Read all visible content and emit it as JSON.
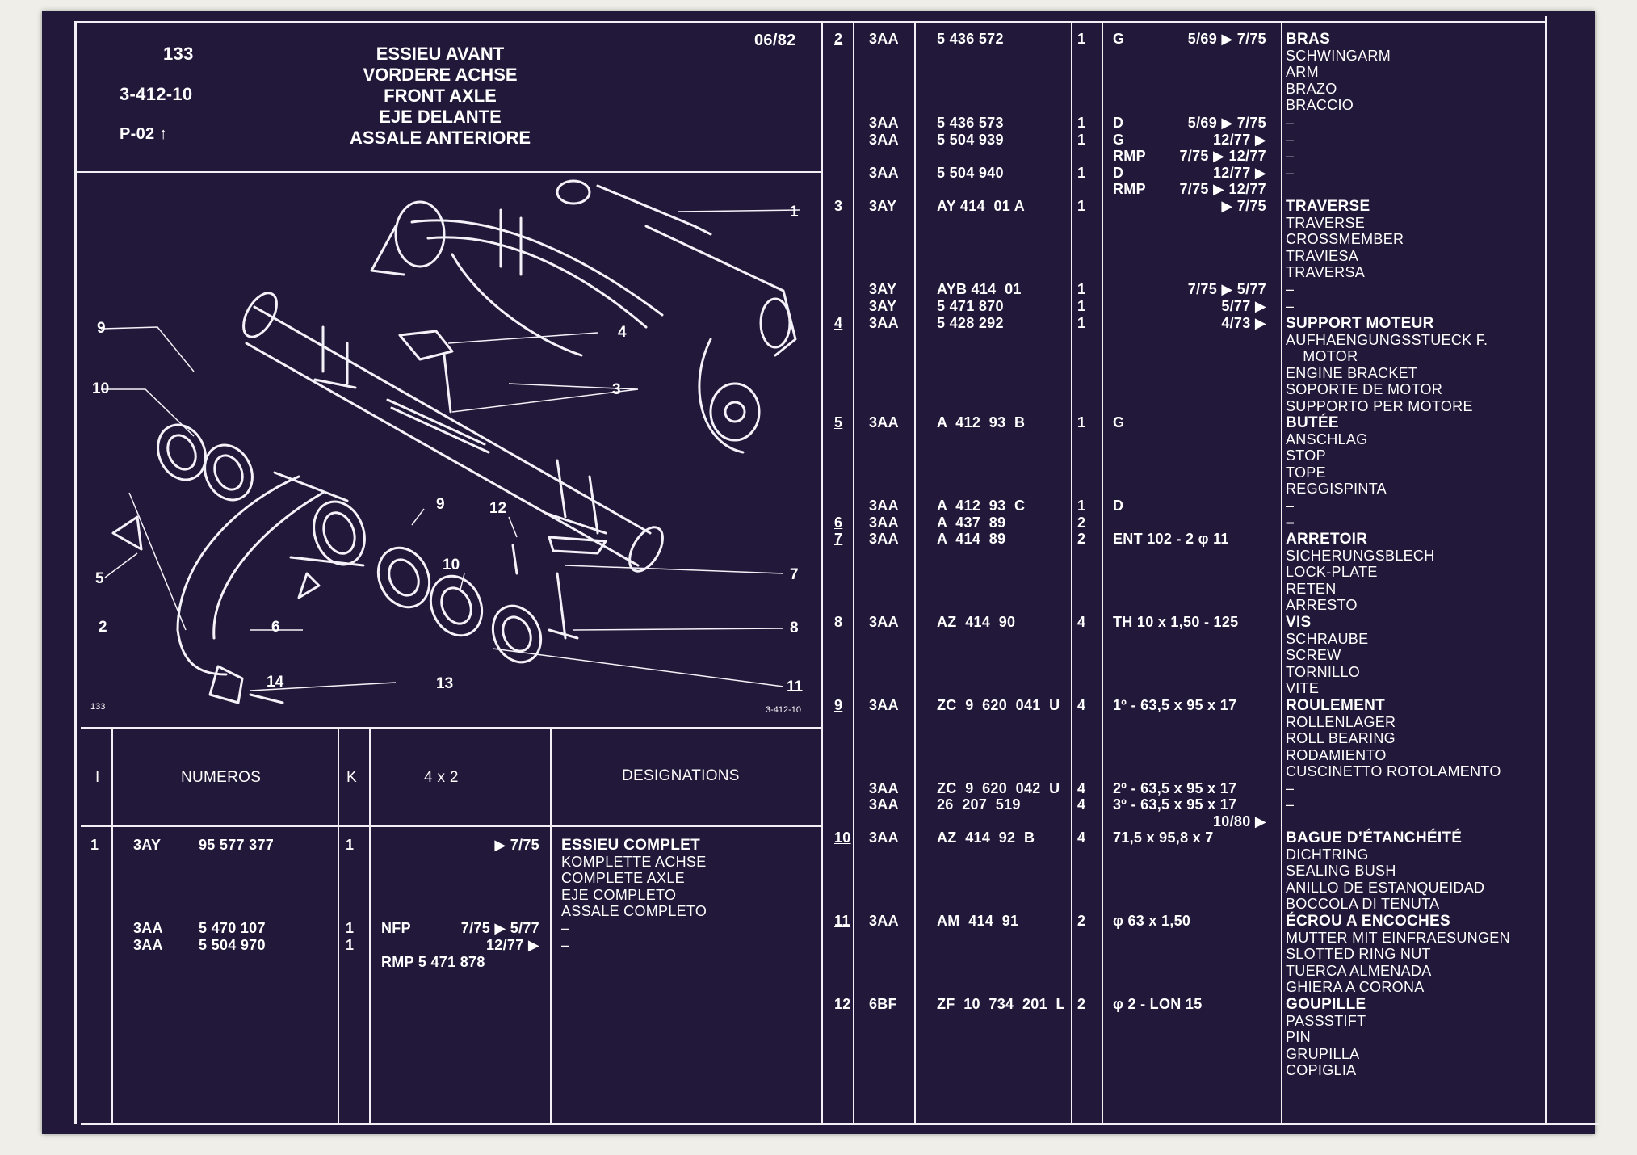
{
  "header": {
    "page_number": "133",
    "code": "3-412-10",
    "ref": "P-02 ↑",
    "date": "06/82",
    "titles": [
      "ESSIEU AVANT",
      "VORDERE ACHSE",
      "FRONT AXLE",
      "EJE DELANTE",
      "ASSALE ANTERIORE"
    ]
  },
  "drawing": {
    "callouts": [
      "1",
      "2",
      "3",
      "4",
      "5",
      "6",
      "7",
      "8",
      "9",
      "10",
      "11",
      "12",
      "13",
      "14",
      "9",
      "10"
    ],
    "corner_left": "133",
    "corner_right": "3-412-10"
  },
  "table_headers": {
    "index": "I",
    "numeros": "NUMEROS",
    "k": "K",
    "variant": "4 x 2",
    "designations": "DESIGNATIONS"
  },
  "left_rows": [
    {
      "item": "1",
      "code": "3AY",
      "number": "95 577 377",
      "qty": "1",
      "variant": "",
      "validity": "▶ 7/75",
      "desc": [
        "ESSIEU COMPLET",
        "KOMPLETTE ACHSE",
        "COMPLETE AXLE",
        "EJE COMPLETO",
        "ASSALE COMPLETO"
      ]
    },
    {
      "item": "",
      "code": "3AA",
      "number": "5 470 107",
      "qty": "1",
      "variant": "NFP",
      "validity": "7/75 ▶ 5/77",
      "desc": [
        "–"
      ]
    },
    {
      "item": "",
      "code": "3AA",
      "number": "5 504 970",
      "qty": "1",
      "variant": "",
      "validity": "12/77 ▶",
      "desc": [
        "–"
      ]
    },
    {
      "item": "",
      "code": "",
      "number": "",
      "qty": "",
      "variant": "RMP 5 471 878",
      "validity": "",
      "desc": []
    }
  ],
  "right_rows": [
    {
      "item": "2",
      "code": "3AA",
      "number": "5 436 572",
      "qty": "1",
      "spec": "G",
      "validity": "5/69 ▶ 7/75",
      "desc": [
        "BRAS",
        "SCHWINGARM",
        "ARM",
        "BRAZO",
        "BRACCIO"
      ]
    },
    {
      "item": "",
      "code": "3AA",
      "number": "5 436 573",
      "qty": "1",
      "spec": "D",
      "validity": "5/69 ▶ 7/75",
      "desc": [
        "–"
      ]
    },
    {
      "item": "",
      "code": "3AA",
      "number": "5 504 939",
      "qty": "1",
      "spec": "G",
      "validity": "12/77 ▶",
      "desc": [
        "–"
      ]
    },
    {
      "item": "",
      "code": "",
      "number": "",
      "qty": "",
      "spec": "RMP",
      "validity": "7/75 ▶ 12/77",
      "desc": [
        "–"
      ]
    },
    {
      "item": "",
      "code": "3AA",
      "number": "5 504 940",
      "qty": "1",
      "spec": "D",
      "validity": "12/77 ▶",
      "desc": [
        "–"
      ]
    },
    {
      "item": "",
      "code": "",
      "number": "",
      "qty": "",
      "spec": "RMP",
      "validity": "7/75 ▶ 12/77",
      "desc": []
    },
    {
      "item": "3",
      "code": "3AY",
      "number": "AY 414  01 A",
      "qty": "1",
      "spec": "",
      "validity": "▶ 7/75",
      "desc": [
        "TRAVERSE",
        "TRAVERSE",
        "CROSSMEMBER",
        "TRAVIESA",
        "TRAVERSA"
      ]
    },
    {
      "item": "",
      "code": "3AY",
      "number": "AYB 414  01",
      "qty": "1",
      "spec": "",
      "validity": "7/75 ▶ 5/77",
      "desc": [
        "–"
      ]
    },
    {
      "item": "",
      "code": "3AY",
      "number": "5 471 870",
      "qty": "1",
      "spec": "",
      "validity": "5/77 ▶",
      "desc": [
        "–"
      ]
    },
    {
      "item": "4",
      "code": "3AA",
      "number": "5 428 292",
      "qty": "1",
      "spec": "",
      "validity": "4/73 ▶",
      "desc": [
        "SUPPORT MOTEUR",
        "AUFHAENGUNGSSTUECK F.",
        "    MOTOR",
        "ENGINE BRACKET",
        "SOPORTE DE MOTOR",
        "SUPPORTO PER MOTORE"
      ]
    },
    {
      "item": "5",
      "code": "3AA",
      "number": "A  412  93  B",
      "qty": "1",
      "spec": "G",
      "validity": "",
      "desc": [
        "BUTÉE",
        "ANSCHLAG",
        "STOP",
        "TOPE",
        "REGGISPINTA"
      ]
    },
    {
      "item": "",
      "code": "3AA",
      "number": "A  412  93  C",
      "qty": "1",
      "spec": "D",
      "validity": "",
      "desc": [
        "–"
      ]
    },
    {
      "item": "6",
      "code": "3AA",
      "number": "A  437  89",
      "qty": "2",
      "spec": "",
      "validity": "",
      "desc": [
        "–"
      ]
    },
    {
      "item": "7",
      "code": "3AA",
      "number": "A  414  89",
      "qty": "2",
      "spec": "ENT 102 - 2 φ 11",
      "validity": "",
      "desc": [
        "ARRETOIR",
        "SICHERUNGSBLECH",
        "LOCK-PLATE",
        "RETEN",
        "ARRESTO"
      ]
    },
    {
      "item": "8",
      "code": "3AA",
      "number": "AZ  414  90",
      "qty": "4",
      "spec": "TH 10 x 1,50 - 125",
      "validity": "",
      "desc": [
        "VIS",
        "SCHRAUBE",
        "SCREW",
        "TORNILLO",
        "VITE"
      ]
    },
    {
      "item": "9",
      "code": "3AA",
      "number": "ZC  9  620  041  U",
      "qty": "4",
      "spec": "1º - 63,5 x 95 x 17",
      "validity": "",
      "desc": [
        "ROULEMENT",
        "ROLLENLAGER",
        "ROLL BEARING",
        "RODAMIENTO",
        "CUSCINETTO ROTOLAMENTO"
      ]
    },
    {
      "item": "",
      "code": "3AA",
      "number": "ZC  9  620  042  U",
      "qty": "4",
      "spec": "2º - 63,5 x 95 x 17",
      "validity": "",
      "desc": [
        "–"
      ]
    },
    {
      "item": "",
      "code": "3AA",
      "number": "26  207  519",
      "qty": "4",
      "spec": "3º - 63,5 x 95 x 17",
      "validity": "",
      "desc": [
        "–"
      ]
    },
    {
      "item": "",
      "code": "",
      "number": "",
      "qty": "",
      "spec": "",
      "validity": "10/80 ▶",
      "desc": []
    },
    {
      "item": "10",
      "code": "3AA",
      "number": "AZ  414  92  B",
      "qty": "4",
      "spec": "71,5 x 95,8 x 7",
      "validity": "",
      "desc": [
        "BAGUE D’ÉTANCHÉITÉ",
        "DICHTRING",
        "SEALING BUSH",
        "ANILLO DE ESTANQUEIDAD",
        "BOCCOLA DI TENUTA"
      ]
    },
    {
      "item": "11",
      "code": "3AA",
      "number": "AM  414  91",
      "qty": "2",
      "spec": "φ 63 x 1,50",
      "validity": "",
      "desc": [
        "ÉCROU A ENCOCHES",
        "MUTTER MIT EINFRAESUNGEN",
        "SLOTTED RING NUT",
        "TUERCA ALMENADA",
        "GHIERA A CORONA"
      ]
    },
    {
      "item": "12",
      "code": "6BF",
      "number": "ZF  10  734  201  L",
      "qty": "2",
      "spec": "φ 2 - LON 15",
      "validity": "",
      "desc": [
        "GOUPILLE",
        "PASSSTIFT",
        "PIN",
        "GRUPILLA",
        "COPIGLIA"
      ]
    }
  ]
}
